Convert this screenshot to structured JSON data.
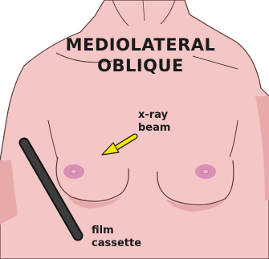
{
  "title": {
    "line1": "MEDIOLATERAL",
    "line2": "OBLIQUE"
  },
  "labels": {
    "beam_line1": "x-ray",
    "beam_line2": "beam",
    "film_line1": "film",
    "film_line2": "cassette"
  },
  "colors": {
    "skin": "#f4c6c6",
    "skin_shadow": "#e8a9aa",
    "outline": "#5a3a3a",
    "areola": "#d98fb6",
    "arrow": "#f2e800",
    "cassette": "#2e2e2e"
  },
  "icons": {
    "arrow": "xray-beam-arrow",
    "cassette": "film-cassette-bar"
  }
}
